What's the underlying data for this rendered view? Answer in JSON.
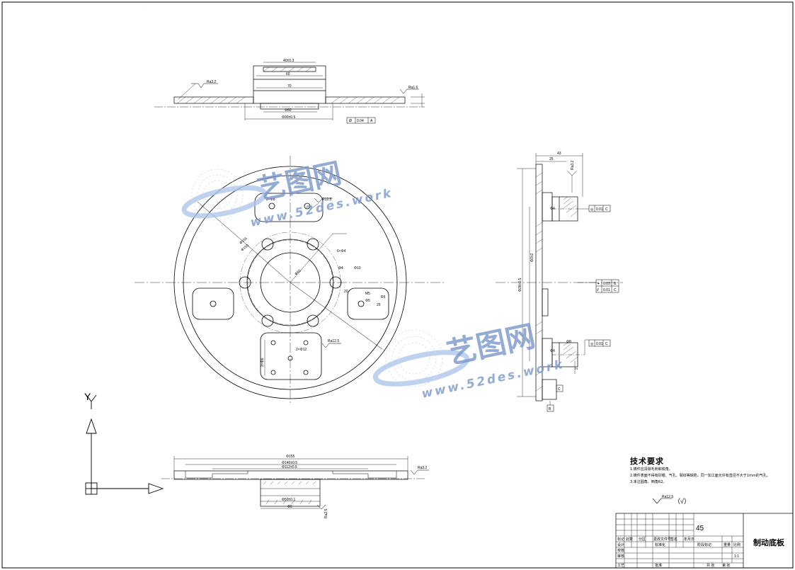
{
  "watermark": {
    "brand": "艺图网",
    "site": "www.52des.work",
    "color_text": "#7a97c9",
    "color_globe": "#a9c3ec"
  },
  "top_view": {
    "dims": [
      "40±0.3",
      "60",
      "70",
      "Φ60",
      "Φ90±0.5"
    ],
    "roughness": [
      "Ra3.2",
      "Ra1.6"
    ],
    "tolerance": {
      "symbol": "Ø",
      "value": "0.04",
      "datum": "A"
    }
  },
  "plan_view": {
    "dims": [
      "2×Φ8",
      "R12.5",
      "Φ155",
      "Φ150",
      "6×Φ4",
      "Φ50",
      "Φ4",
      "Φ10",
      "M5",
      "20",
      "25",
      "Φ5",
      "2×Φ12",
      "Ra12.5",
      "3×Φ6",
      "R5"
    ]
  },
  "side_view": {
    "dims": [
      "43",
      "25",
      "Ra3.2",
      "Φ4",
      "Φ4",
      "Φ3±2",
      "Φ28±0.5",
      "Φ8",
      "2"
    ],
    "tolerances": [
      {
        "symbol": "◎",
        "value": "0.01",
        "datum": "C"
      },
      {
        "symbol": "⌖",
        "value": "0.03",
        "datum": "B"
      },
      {
        "symbol": "//",
        "value": "0.01",
        "datum": "C"
      },
      {
        "symbol": "◎",
        "value": "0.01",
        "datum": "C"
      }
    ],
    "datums": [
      "C",
      "B"
    ]
  },
  "bottom_view": {
    "dims": [
      "Φ155",
      "Φ140±0.5",
      "Φ112±0.5",
      "Φ50±0.1",
      "Φ5",
      "Ra3.2",
      "Ra2.5"
    ]
  },
  "ucs": {
    "y_label": "Y"
  },
  "tech_requirements": {
    "title": "技术要求",
    "notes": [
      "1.铸件应清除毛刺和锐角。",
      "2.铸件表面不得有砂眼、气孔、裂纹等缺陷，同一加工面允许有直径不大于1mm的气孔。",
      "3.未注圆角、倒角R2。"
    ],
    "roughness": "Ra12.5",
    "other": "（√）"
  },
  "title_block": {
    "material": "45",
    "part_name": "制动底板",
    "row_labels": [
      "标记",
      "设计",
      "校核",
      "审核",
      "工艺"
    ],
    "header_cells": [
      "处数",
      "分区",
      "更改文件号",
      "签名",
      "年月日"
    ],
    "cells": [
      "标准化",
      "阶段标记",
      "重量",
      "比例",
      "批准"
    ],
    "scale": "1:1",
    "sheet": [
      "共 张",
      "第 张"
    ]
  }
}
